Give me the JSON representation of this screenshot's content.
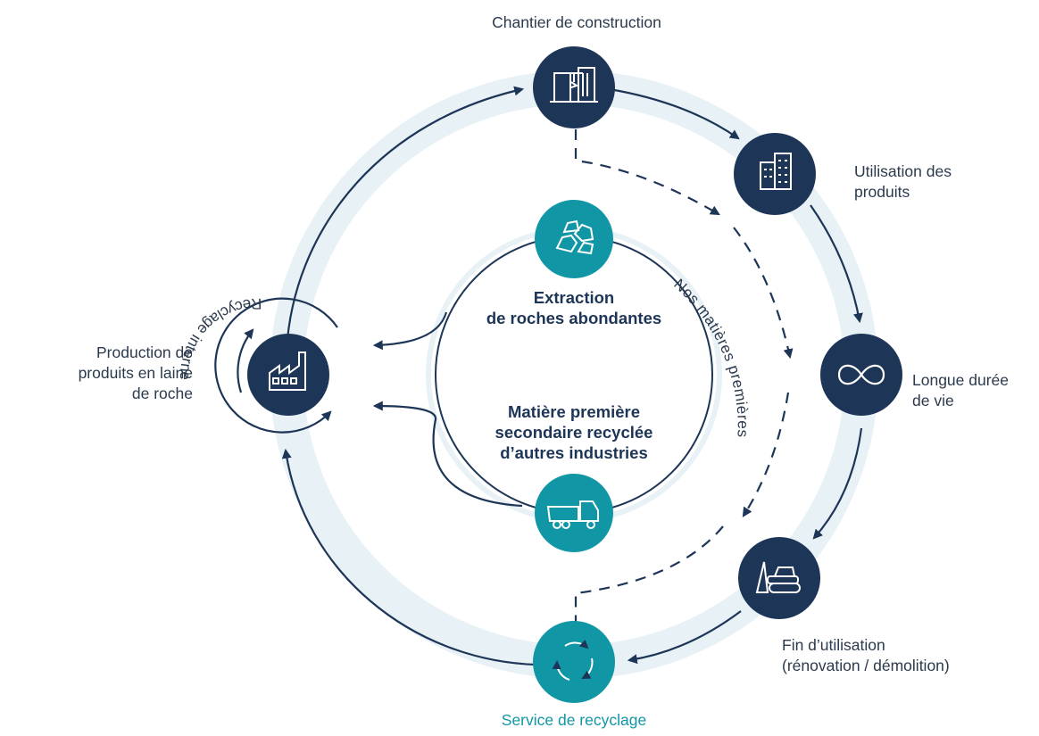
{
  "nodes": {
    "construction": {
      "label": "Chantier de construction",
      "icon": "construction-site-icon"
    },
    "usage": {
      "line1": "Utilisation des",
      "line2": "produits",
      "icon": "buildings-icon"
    },
    "longevity": {
      "line1": "Longue durée",
      "line2": "de vie",
      "icon": "infinity-icon"
    },
    "end_of_use": {
      "line1": "Fin d’utilisation",
      "line2": "(rénovation / démolition)",
      "icon": "bulldozer-icon"
    },
    "recycling_service": {
      "label": "Service de recyclage",
      "icon": "recycle-icon"
    },
    "production": {
      "line1": "Production de",
      "line2": "produits en laine",
      "line3": "de roche",
      "icon": "factory-icon"
    }
  },
  "inner": {
    "extraction": {
      "line1": "Extraction",
      "line2": "de roches abondantes",
      "icon": "rocks-icon"
    },
    "secondary": {
      "line1": "Matière première",
      "line2": "secondaire recyclée",
      "line3": "d’autres industries",
      "icon": "truck-icon"
    },
    "arc_label": "Nos matières premières"
  },
  "internal_recycling": "Recyclage interne",
  "colors": {
    "navy": "#1d3557",
    "teal": "#1196a6",
    "ring": "#e8f1f6",
    "text": "#2b3a4d"
  }
}
